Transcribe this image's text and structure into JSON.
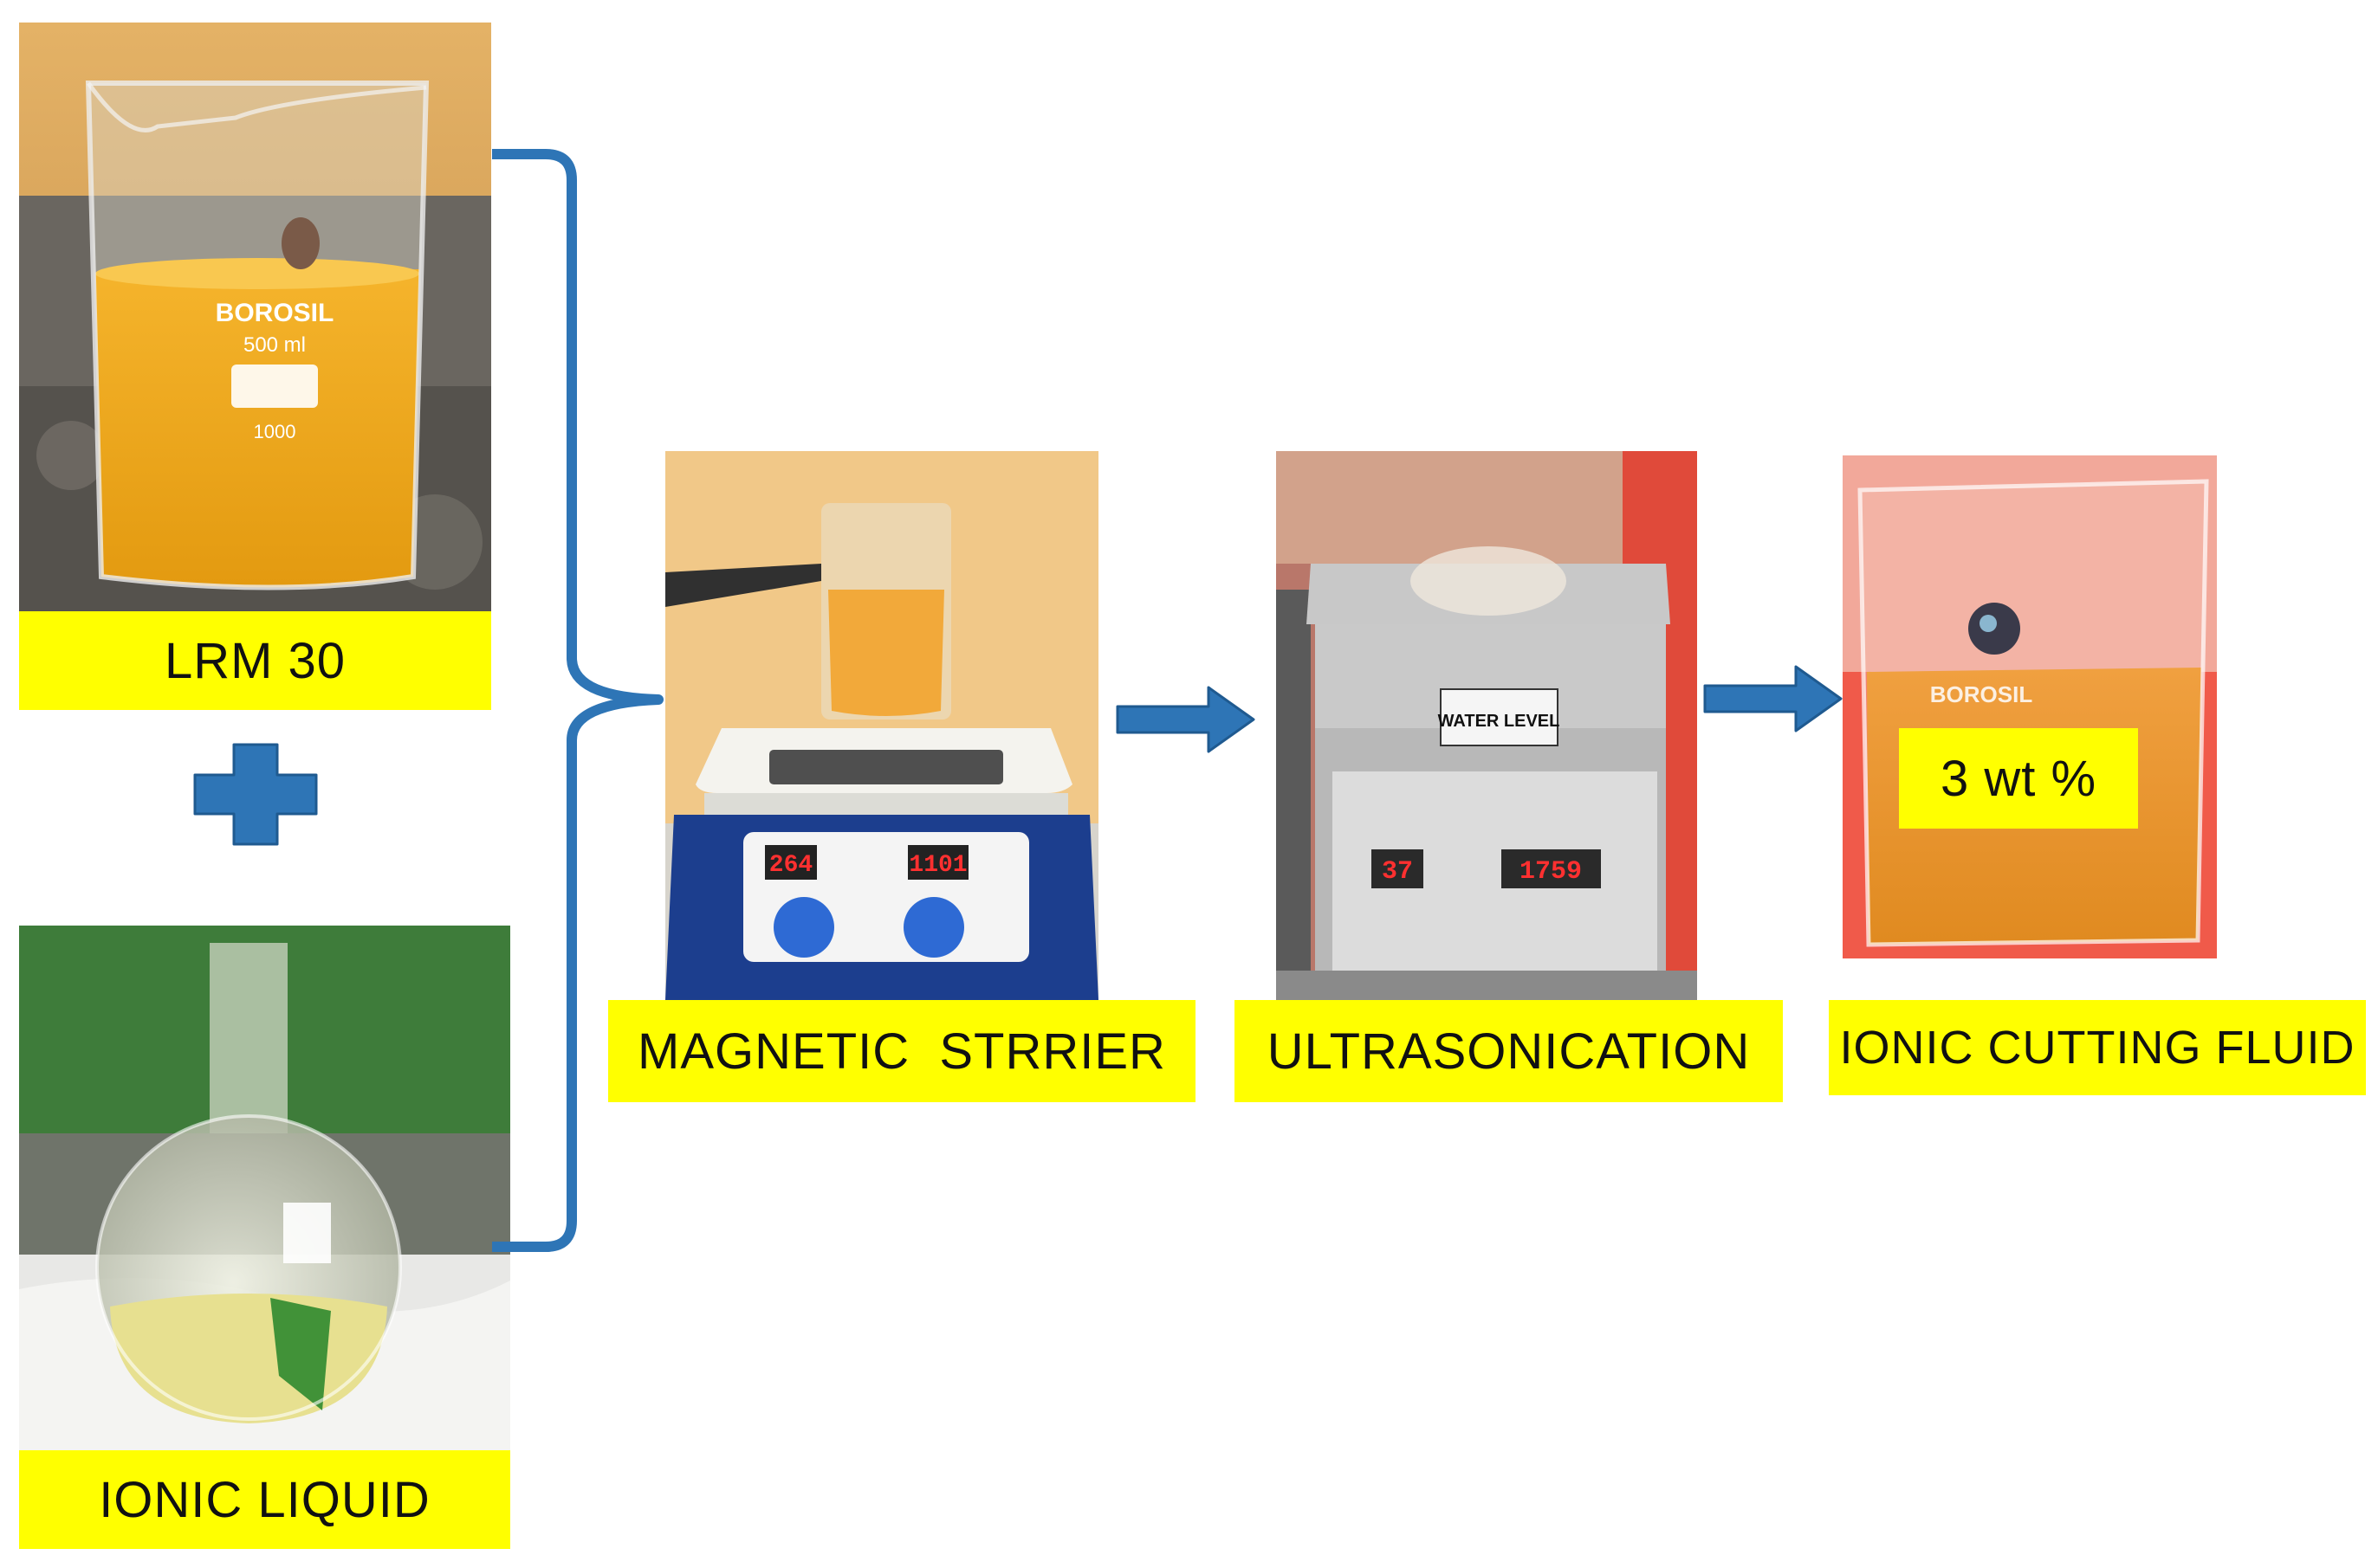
{
  "labels": {
    "lrm": "LRM 30",
    "ionic_liquid": "IONIC LIQUID",
    "magnetic_stirrer": "MAGNETIC  STRRIER",
    "ultrasonication": "ULTRASONICATION",
    "ionic_cutting_fluid": "IONIC CUTTING FLUID",
    "concentration": "3 wt %"
  },
  "photo_text": {
    "beaker_brand": "BOROSIL",
    "beaker_volume": "500 ml",
    "beaker_mark": "1000",
    "stirrer_temp": "264",
    "stirrer_speed": "1101",
    "sonicator_panel": "WATER LEVEL",
    "sonicator_temp": "37",
    "sonicator_timer": "1759",
    "result_beaker_brand": "BOROSIL"
  },
  "colors": {
    "label_bg": "#ffff00",
    "connector": "#2e75b6",
    "oil": "#f0a020",
    "display_red": "#ff3030"
  }
}
